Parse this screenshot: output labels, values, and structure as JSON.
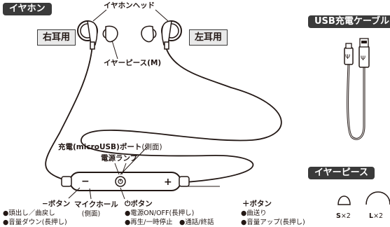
{
  "sections": {
    "earphones": "イヤホン",
    "usb_cable": "USB充電ケーブル",
    "eartips": "イヤーピース"
  },
  "labels": {
    "earphone_head": "イヤホンヘッド",
    "right_ear": "右耳用",
    "left_ear": "左耳用",
    "eartip_m": "イヤーピース(M)",
    "charge_port": "充電(microUSB)ポート",
    "charge_port_side": "(側面)",
    "power_lamp": "電源ランプ",
    "minus_button": "−ボタン",
    "mic_hole": "マイクホール",
    "mic_hole_side": "(側面)",
    "power_button": "ボタン",
    "plus_button": "＋ボタン"
  },
  "descriptions": {
    "minus": [
      "●頭出し／曲戻し",
      "●音量ダウン(長押し)"
    ],
    "power": [
      "●電源ON/OFF(長押し)",
      "●再生/一時停止　●通話/終話"
    ],
    "plus": [
      "●曲送り",
      "●音量アップ(長押し)"
    ]
  },
  "eartip_sizes": [
    {
      "size": "S",
      "count": "×2"
    },
    {
      "size": "L",
      "count": "×2"
    }
  ],
  "colors": {
    "section_bg": "#3a3a3a",
    "label_box_bg": "#e9e9e9",
    "line": "#231815"
  }
}
